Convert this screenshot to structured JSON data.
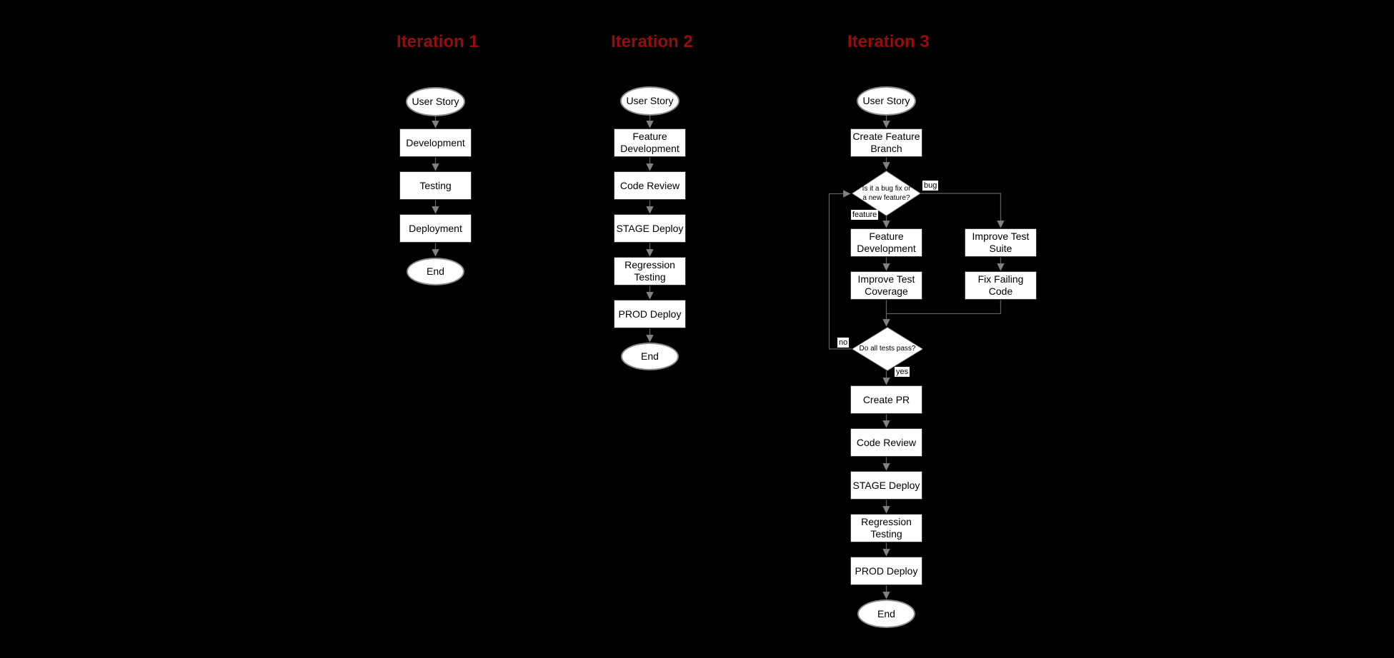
{
  "colors": {
    "background": "#000000",
    "title": "#970c0c",
    "node_fill": "#ffffff",
    "rect_border": "#3a3a3a",
    "ellipse_border": "#8c8c8c",
    "diamond_border": "#6e6e6e",
    "connector": "#5f5f5f",
    "arrowhead": "#828282",
    "node_text": "#000000",
    "edge_label_bg": "#ffffff"
  },
  "iteration1": {
    "title": "Iteration 1",
    "nodes": {
      "user_story": "User Story",
      "development": "Development",
      "testing": "Testing",
      "deployment": "Deployment",
      "end": "End"
    }
  },
  "iteration2": {
    "title": "Iteration 2",
    "nodes": {
      "user_story": "User Story",
      "feature_development": "Feature\nDevelopment",
      "code_review": "Code Review",
      "stage_deploy": "STAGE Deploy",
      "regression_testing": "Regression\nTesting",
      "prod_deploy": "PROD Deploy",
      "end": "End"
    }
  },
  "iteration3": {
    "title": "Iteration 3",
    "nodes": {
      "user_story": "User Story",
      "create_feature_branch": "Create Feature\nBranch",
      "feature_development": "Feature\nDevelopment",
      "improve_test_suite": "Improve Test\nSuite",
      "improve_test_coverage": "Improve Test\nCoverage",
      "fix_failing_code": "Fix Failing Code",
      "create_pr": "Create PR",
      "code_review": "Code Review",
      "stage_deploy": "STAGE Deploy",
      "regression_testing": "Regression\nTesting",
      "prod_deploy": "PROD Deploy",
      "end": "End"
    },
    "decisions": {
      "bug_or_feature": "Is it a bug fix or\na new feature?",
      "tests_pass": "Do all tests pass?"
    },
    "edge_labels": {
      "bug": "bug",
      "feature": "feature",
      "no": "no",
      "yes": "yes"
    }
  }
}
